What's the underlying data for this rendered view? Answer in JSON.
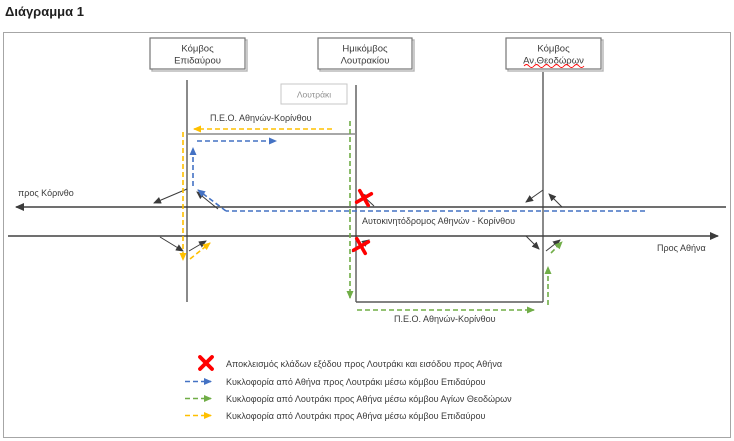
{
  "title": "Διάγραμμα 1",
  "colors": {
    "blue_route": "#4472C4",
    "green_route": "#70AD47",
    "yellow_route": "#FFC000",
    "blocked_red": "#FF0000",
    "road_dark": "#404040",
    "peo_gray": "#8C8C8C"
  },
  "nodes": {
    "epidavros": {
      "line1": "Κόμβος",
      "line2": "Επιδαύρου"
    },
    "loutraki_half": {
      "line1": "Ημικόμβος",
      "line2": "Λουτρακίου"
    },
    "theodoroi": {
      "line1": "Κόμβος",
      "line2": "Αν.Θεοδώρων"
    }
  },
  "labels": {
    "loutraki_town": "Λουτράκι",
    "peo_top": "Π.Ε.Ο. Αθηνών-Κορίνθου",
    "peo_bottom": "Π.Ε.Ο. Αθηνών-Κορίνθου",
    "motorway": "Αυτοκινητόδρομος Αθηνών - Κορίνθου",
    "to_korinthos": "προς Κόρινθο",
    "to_athens": "Προς Αθήνα"
  },
  "legend": [
    {
      "icon": "blocked-x-icon",
      "text": "Αποκλεισμός κλάδων εξόδου προς Λουτράκι και εισόδου προς Αθήνα"
    },
    {
      "icon": "blue-dashed-arrow-icon",
      "text": "Κυκλοφορία από Αθήνα προς Λουτράκι μέσω κόμβου Επιδαύρου"
    },
    {
      "icon": "green-dashed-arrow-icon",
      "text": "Κυκλοφορία από Λουτράκι προς Αθήνα μέσω κόμβου Αγίων Θεοδώρων"
    },
    {
      "icon": "yellow-dashed-arrow-icon",
      "text": "Κυκλοφορία από Λουτράκι προς Αθήνα μέσω κόμβου Επιδαύρου"
    }
  ]
}
